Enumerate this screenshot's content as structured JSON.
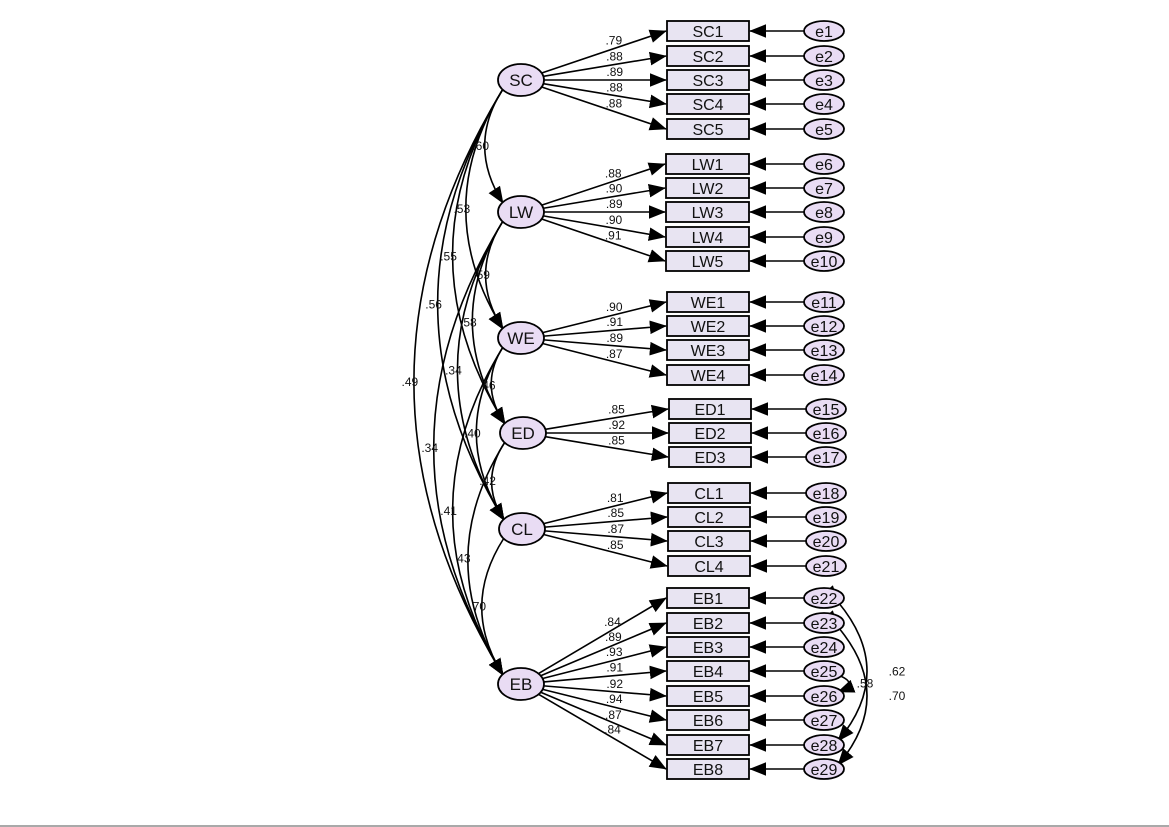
{
  "colors": {
    "latent_fill": "#e9dcf4",
    "observed_fill": "#e8e4f2",
    "error_fill": "#e9dcf4",
    "stroke": "#000000"
  },
  "diagram": {
    "latents": [
      {
        "id": "SC",
        "label": "SC"
      },
      {
        "id": "LW",
        "label": "LW"
      },
      {
        "id": "WE",
        "label": "WE"
      },
      {
        "id": "ED",
        "label": "ED"
      },
      {
        "id": "CL",
        "label": "CL"
      },
      {
        "id": "EB",
        "label": "EB"
      }
    ],
    "indicators": [
      {
        "label": "SC1",
        "latent": "SC",
        "error": "e1",
        "loading": ".79"
      },
      {
        "label": "SC2",
        "latent": "SC",
        "error": "e2",
        "loading": ".88"
      },
      {
        "label": "SC3",
        "latent": "SC",
        "error": "e3",
        "loading": ".89"
      },
      {
        "label": "SC4",
        "latent": "SC",
        "error": "e4",
        "loading": ".88"
      },
      {
        "label": "SC5",
        "latent": "SC",
        "error": "e5",
        "loading": ".88"
      },
      {
        "label": "LW1",
        "latent": "LW",
        "error": "e6",
        "loading": ".88"
      },
      {
        "label": "LW2",
        "latent": "LW",
        "error": "e7",
        "loading": ".90"
      },
      {
        "label": "LW3",
        "latent": "LW",
        "error": "e8",
        "loading": ".89"
      },
      {
        "label": "LW4",
        "latent": "LW",
        "error": "e9",
        "loading": ".90"
      },
      {
        "label": "LW5",
        "latent": "LW",
        "error": "e10",
        "loading": ".91"
      },
      {
        "label": "WE1",
        "latent": "WE",
        "error": "e11",
        "loading": ".90"
      },
      {
        "label": "WE2",
        "latent": "WE",
        "error": "e12",
        "loading": ".91"
      },
      {
        "label": "WE3",
        "latent": "WE",
        "error": "e13",
        "loading": ".89"
      },
      {
        "label": "WE4",
        "latent": "WE",
        "error": "e14",
        "loading": ".87"
      },
      {
        "label": "ED1",
        "latent": "ED",
        "error": "e15",
        "loading": ".85"
      },
      {
        "label": "ED2",
        "latent": "ED",
        "error": "e16",
        "loading": ".92"
      },
      {
        "label": "ED3",
        "latent": "ED",
        "error": "e17",
        "loading": ".85"
      },
      {
        "label": "CL1",
        "latent": "CL",
        "error": "e18",
        "loading": ".81"
      },
      {
        "label": "CL2",
        "latent": "CL",
        "error": "e19",
        "loading": ".85"
      },
      {
        "label": "CL3",
        "latent": "CL",
        "error": "e20",
        "loading": ".87"
      },
      {
        "label": "CL4",
        "latent": "CL",
        "error": "e21",
        "loading": ".85"
      },
      {
        "label": "EB1",
        "latent": "EB",
        "error": "e22",
        "loading": ".84"
      },
      {
        "label": "EB2",
        "latent": "EB",
        "error": "e23",
        "loading": ".89"
      },
      {
        "label": "EB3",
        "latent": "EB",
        "error": "e24",
        "loading": ".93"
      },
      {
        "label": "EB4",
        "latent": "EB",
        "error": "e25",
        "loading": ".91"
      },
      {
        "label": "EB5",
        "latent": "EB",
        "error": "e26",
        "loading": ".92"
      },
      {
        "label": "EB6",
        "latent": "EB",
        "error": "e27",
        "loading": ".94"
      },
      {
        "label": "EB7",
        "latent": "EB",
        "error": "e28",
        "loading": ".87"
      },
      {
        "label": "EB8",
        "latent": "EB",
        "error": "e29",
        "loading": ".84"
      }
    ],
    "correlations": [
      {
        "from": "SC",
        "to": "LW",
        "value": ".60"
      },
      {
        "from": "SC",
        "to": "WE",
        "value": ".53"
      },
      {
        "from": "SC",
        "to": "ED",
        "value": ".55"
      },
      {
        "from": "SC",
        "to": "CL",
        "value": ".56"
      },
      {
        "from": "SC",
        "to": "EB",
        "value": ".49"
      },
      {
        "from": "LW",
        "to": "WE",
        "value": ".59"
      },
      {
        "from": "LW",
        "to": "ED",
        "value": ".58"
      },
      {
        "from": "LW",
        "to": "CL",
        "value": ".34"
      },
      {
        "from": "LW",
        "to": "EB",
        "value": ".34"
      },
      {
        "from": "WE",
        "to": "ED",
        "value": ".46"
      },
      {
        "from": "WE",
        "to": "CL",
        "value": ".40"
      },
      {
        "from": "WE",
        "to": "EB",
        "value": ".41"
      },
      {
        "from": "ED",
        "to": "CL",
        "value": ".42"
      },
      {
        "from": "ED",
        "to": "EB",
        "value": "43"
      },
      {
        "from": "CL",
        "to": "EB",
        "value": ".70"
      }
    ],
    "error_covariances": [
      {
        "from": "e25",
        "to": "e26",
        "value": ".58"
      },
      {
        "from": "e22",
        "to": "e28",
        "value": ".62"
      },
      {
        "from": "e23",
        "to": "e29",
        "value": ".70"
      }
    ]
  }
}
